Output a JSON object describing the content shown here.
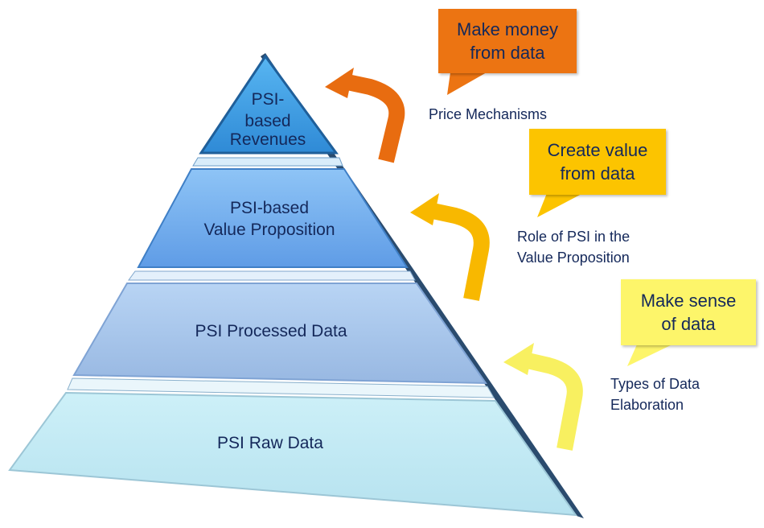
{
  "pyramid": {
    "tiers": [
      {
        "lines": [
          "PSI-",
          "based",
          "Revenues"
        ],
        "color": "#3a9be0"
      },
      {
        "lines": [
          "PSI-based",
          "Value Proposition"
        ],
        "color": "#6aa8ee"
      },
      {
        "lines": [
          "PSI Processed Data"
        ],
        "color": "#a7c5ea"
      },
      {
        "lines": [
          "PSI Raw Data"
        ],
        "color": "#c4e8f2"
      }
    ]
  },
  "steps": [
    {
      "callout": [
        "Make money",
        "from data"
      ],
      "label": [
        "Price Mechanisms"
      ],
      "color": "#ec7412"
    },
    {
      "callout": [
        "Create value",
        "from data"
      ],
      "label": [
        "Role of PSI in the",
        "Value Proposition"
      ],
      "color": "#fcc400"
    },
    {
      "callout": [
        "Make sense",
        "of data"
      ],
      "label": [
        "Types of Data",
        "Elaboration"
      ],
      "color": "#fdf56a"
    }
  ]
}
